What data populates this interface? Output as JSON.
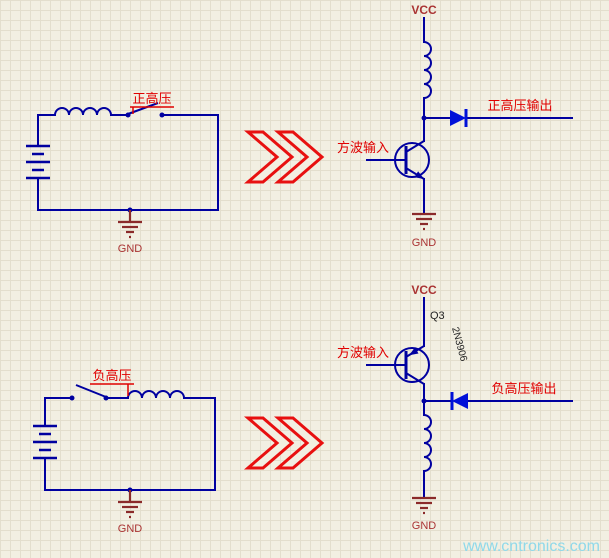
{
  "colors": {
    "background": "#f2efe2",
    "grid": "#e3decd",
    "wire_blue": "#0000a0",
    "diode_blue": "#0010d8",
    "label_red": "#e00000",
    "power_label_red": "#aa3333",
    "ground_symbol_maroon": "#8b2a2a",
    "arrow_red": "#e81010",
    "annotation_black": "#222222",
    "watermark_cyan": "#8fd9ea"
  },
  "icons": {
    "transform_arrow": "double-chevron-right",
    "ground": "earth-ground-symbol",
    "battery": "multi-cell-battery-symbol"
  },
  "source_circuit_positive": {
    "net_label": "正高压",
    "gnd_label": "GND"
  },
  "driver_circuit_positive": {
    "vcc_label": "VCC",
    "input_label": "方波输入",
    "output_label": "正高压输出",
    "gnd_label": "GND"
  },
  "source_circuit_negative": {
    "net_label": "负高压",
    "gnd_label": "GND"
  },
  "driver_circuit_negative": {
    "vcc_label": "VCC",
    "input_label": "方波输入",
    "output_label": "负高压输出",
    "transistor_designator": "Q3",
    "transistor_part": "2N3906",
    "gnd_label": "GND"
  },
  "watermark": "www.cntronics.com"
}
